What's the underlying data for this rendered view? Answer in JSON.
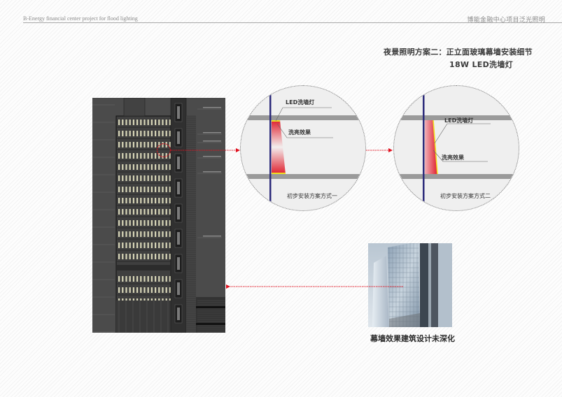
{
  "header": {
    "project_en": "B-Energy  financial center project for flood lighting",
    "project_cn": "博能金融中心项目泛光照明"
  },
  "title": {
    "line1": "夜景照明方案二：正立面玻璃幕墙安装细节",
    "line2": "18W  LED洗墙灯"
  },
  "details": [
    {
      "led_label": "LED洗墙灯",
      "effect_label": "洗亮效果",
      "caption": "初步安装方案方式一"
    },
    {
      "led_label": "LED洗墙灯",
      "effect_label": "洗亮效果",
      "caption": "初步安装方案方式二"
    }
  ],
  "rendering": {
    "caption": "幕墙效果建筑设计未深化"
  },
  "colors": {
    "mullion": "#2b2a7a",
    "slab": "#9a9a9a",
    "wash_red": "#e0202e",
    "led_yellow": "#f0e020",
    "callout_red": "#e0101e",
    "drawing_bg": "#4b4b4b"
  }
}
